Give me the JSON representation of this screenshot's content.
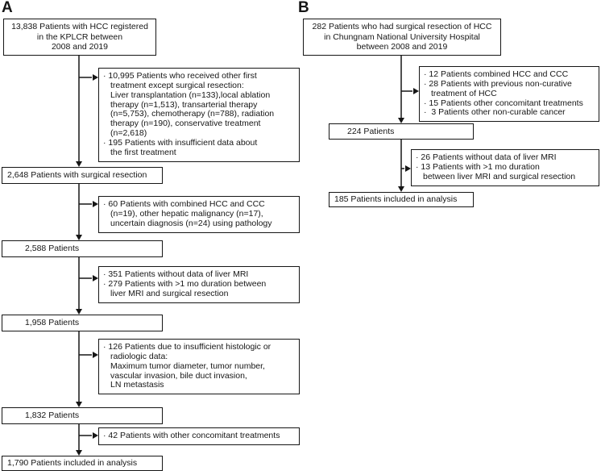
{
  "colors": {
    "background": "#ffffff",
    "line_and_border": "#161616",
    "text": "#161616"
  },
  "panel_a": {
    "label": "A",
    "box_registered": "13,838 Patients with HCC registered\nin the KPLCR between\n2008 and 2019",
    "box_surgical": "2,648 Patients with surgical resection",
    "box_2588": "2,588 Patients",
    "box_1958": "1,958 Patients",
    "box_1832": "1,832 Patients",
    "box_final": "1,790 Patients included in analysis",
    "excl_first_treatment": [
      "· 10,995 Patients who received other first\ntreatment except surgical resection:\nLiver transplantation (n=133),local ablation\ntherapy (n=1,513), transarterial therapy\n(n=5,753), chemotherapy (n=788), radiation\ntherapy (n=190), conservative treatment\n(n=2,618)",
      "· 195 Patients with insufficient data about\nthe first treatment"
    ],
    "excl_pathology": [
      "· 60 Patients with combined HCC and CCC\n(n=19), other hepatic malignancy (n=17),\nuncertain diagnosis (n=24) using pathology"
    ],
    "excl_mri": [
      "· 351 Patients without data of liver MRI",
      "· 279 Patients with >1 mo duration between\nliver MRI and surgical resection"
    ],
    "excl_histologic": [
      "· 126 Patients due to insufficient histologic or\nradiologic data:\nMaximum tumor diameter, tumor number,\nvascular invasion, bile duct invasion,\nLN metastasis"
    ],
    "excl_concomitant": [
      "· 42 Patients with other concomitant treatments"
    ]
  },
  "panel_b": {
    "label": "B",
    "box_resection": "282 Patients who had surgical resection of HCC\nin Chungnam National University Hospital\nbetween 2008 and 2019",
    "box_224": "224 Patients",
    "box_final": "185 Patients included in analysis",
    "excl_initial": [
      "· 12 Patients combined HCC and CCC",
      "· 28 Patients with previous non-curative\ntreatment of HCC",
      "· 15 Patients other concomitant treatments",
      "·  3 Patients other non-curable cancer"
    ],
    "excl_mri": [
      "· 26 Patients without data of liver MRI",
      "· 13 Patients with >1 mo duration\nbetween liver MRI and surgical resection"
    ]
  }
}
